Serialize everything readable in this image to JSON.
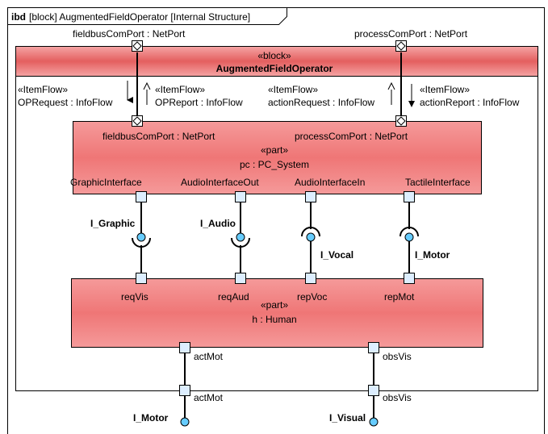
{
  "frame": {
    "kind": "ibd",
    "title": "[block] AugmentedFieldOperator [Internal Structure]"
  },
  "block": {
    "stereotype": "«block»",
    "name": "AugmentedFieldOperator"
  },
  "outer_ports": {
    "fieldbus": "fieldbusComPort : NetPort",
    "process": "processComPort : NetPort"
  },
  "item_flows": [
    {
      "stereotype": "«ItemFlow»",
      "label": "OPRequest : InfoFlow"
    },
    {
      "stereotype": "«ItemFlow»",
      "label": "OPReport : InfoFlow"
    },
    {
      "stereotype": "«ItemFlow»",
      "label": "actionRequest : InfoFlow"
    },
    {
      "stereotype": "«ItemFlow»",
      "label": "actionReport : InfoFlow"
    }
  ],
  "pc_part": {
    "stereotype": "«part»",
    "name": "pc : PC_System",
    "port_fieldbus": "fieldbusComPort : NetPort",
    "port_process": "processComPort : NetPort",
    "ports": [
      "GraphicInterface",
      "AudioInterfaceOut",
      "AudioInterfaceIn",
      "TactileInterface"
    ]
  },
  "interfaces": [
    "I_Graphic",
    "I_Audio",
    "I_Vocal",
    "I_Motor"
  ],
  "human_part": {
    "stereotype": "«part»",
    "name": "h : Human",
    "ports": [
      "reqVis",
      "reqAud",
      "repVoc",
      "repMot"
    ],
    "bottom_ports": [
      "actMot",
      "obsVis"
    ]
  },
  "outer_bottom_ports": [
    "actMot",
    "obsVis"
  ],
  "outer_interfaces": [
    "I_Motor",
    "I_Visual"
  ],
  "colors": {
    "part_fill": "#f08080",
    "part_header": "#e86060",
    "lollipop": "#66ccff",
    "port_fill": "#ddeeff"
  }
}
